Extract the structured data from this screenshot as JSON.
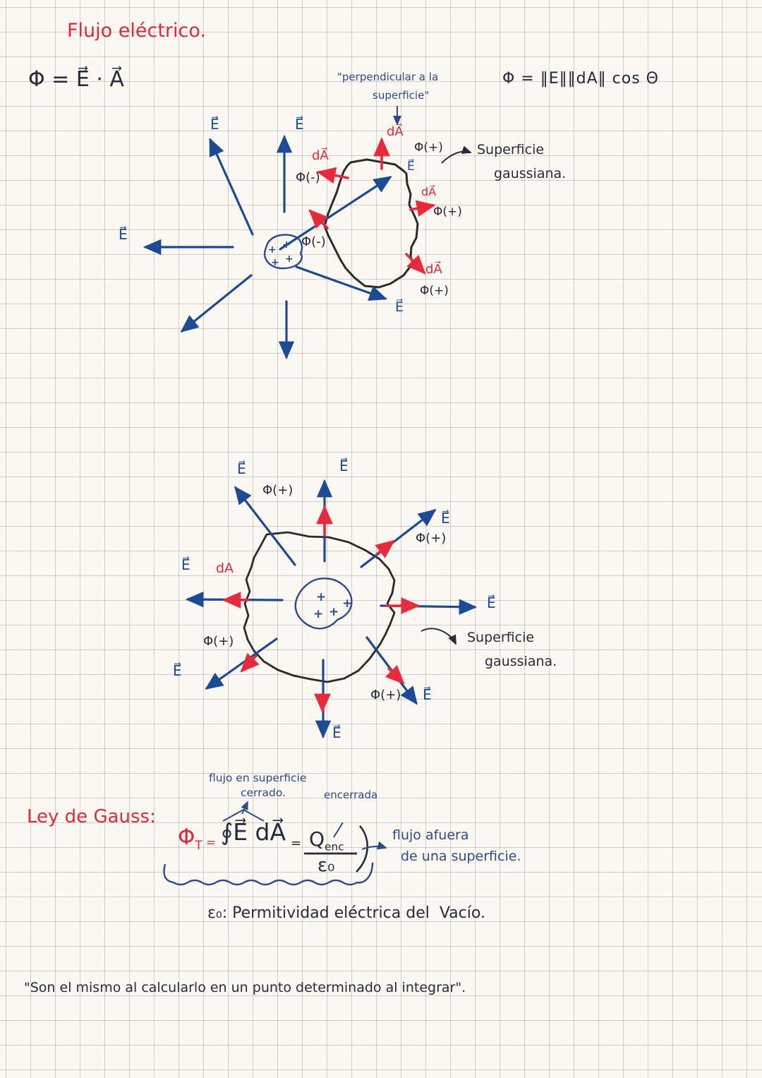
{
  "colors": {
    "red_ink": "#d92b3c",
    "red_arrow": "#e82a3c",
    "blue_arrow": "#1c4a94",
    "navy_ink": "#2d4a8e",
    "dark_ink": "#262a3d",
    "surface_stroke": "#2b2a26",
    "paper": "#faf8f0"
  },
  "header": {
    "title": "Flujo eléctrico.",
    "formula_dot": "Φ = E⃗ · A⃗",
    "formula_mag": "Φ = ‖E‖‖dA‖ cos Θ",
    "perp_note_line1": "\"perpendicular a la",
    "perp_note_line2": "superficie\""
  },
  "labels": {
    "E": "E⃗",
    "dA": "dA⃗",
    "dA_plain": "dA",
    "phi_plus": "Φ(+)",
    "phi_minus": "Φ(-)",
    "plus": "+",
    "superficie": "Superficie",
    "gaussiana": "gaussiana."
  },
  "gauss": {
    "heading": "Ley de Gauss:",
    "ann_top_line1": "flujo en superficie",
    "ann_top_line2": "cerrado.",
    "ann_enclosed": "encerrada",
    "phi": "Φ",
    "phi_sub": "T",
    "eq1": "=",
    "integral": "∮E⃗ dA⃗",
    "eq2": "=",
    "q": "Q",
    "q_sub": "enc",
    "epsilon0": "ε₀",
    "side_line1": "flujo afuera",
    "side_line2": "de una superficie.",
    "permittivity_note": "ε₀: Permitividad eléctrica del  Vacío."
  },
  "footer": {
    "quote": "\"Son el mismo al calcularlo en un punto determinado al integrar\"."
  }
}
